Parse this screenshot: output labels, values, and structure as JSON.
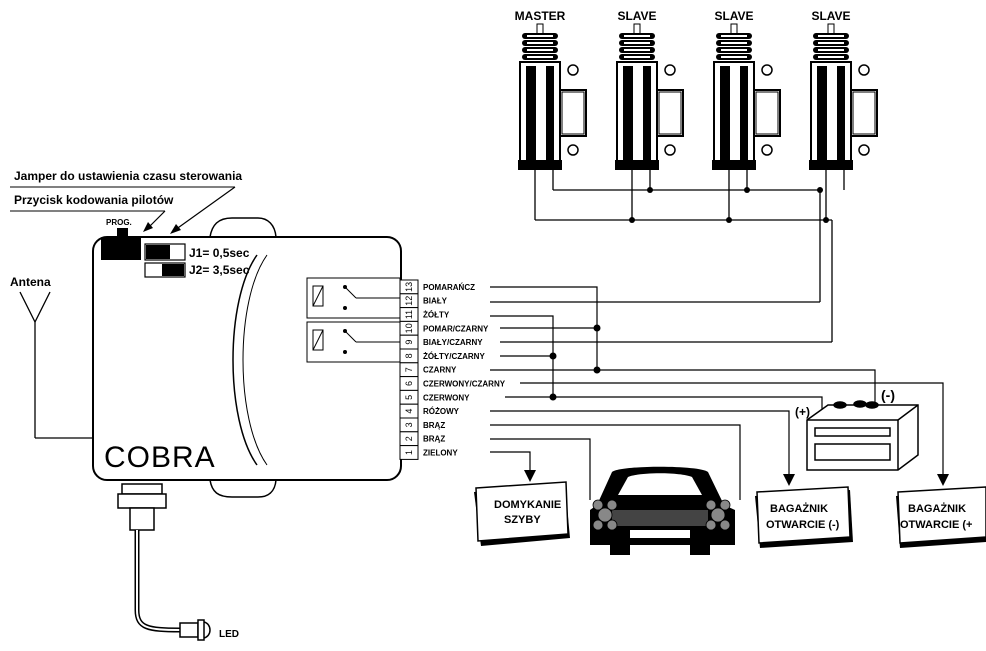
{
  "actuators": [
    "MASTER",
    "SLAVE",
    "SLAVE",
    "SLAVE"
  ],
  "annotations": {
    "jumper": "Jamper do ustawienia czasu sterowania",
    "button": "Przycisk kodowania pilotów",
    "prog": "PROG.",
    "j1": "J1= 0,5sec",
    "j2": "J2= 3,5sec",
    "antenna": "Antena",
    "led": "LED"
  },
  "brand": "COBRA",
  "pins": [
    {
      "num": "13",
      "label": "POMARAŃCZ"
    },
    {
      "num": "12",
      "label": "BIAŁY"
    },
    {
      "num": "11",
      "label": "ŻÓŁTY"
    },
    {
      "num": "10",
      "label": "POMAR/CZARNY"
    },
    {
      "num": "9",
      "label": "BIAŁY/CZARNY"
    },
    {
      "num": "8",
      "label": "ŻÓŁTY/CZARNY"
    },
    {
      "num": "7",
      "label": "CZARNY"
    },
    {
      "num": "6",
      "label": "CZERWONY/CZARNY"
    },
    {
      "num": "5",
      "label": "CZERWONY"
    },
    {
      "num": "4",
      "label": "RÓŻOWY"
    },
    {
      "num": "3",
      "label": "BRĄZ"
    },
    {
      "num": "2",
      "label": "BRĄZ"
    },
    {
      "num": "1",
      "label": "ZIELONY"
    }
  ],
  "battery": {
    "plus": "(+)",
    "minus": "(-)"
  },
  "outputs": {
    "windows_1": "DOMYKANIE",
    "windows_2": "SZYBY",
    "trunk_neg_1": "BAGAŻNIK",
    "trunk_neg_2": "OTWARCIE (-)",
    "trunk_pos_1": "BAGAŻNIK",
    "trunk_pos_2": "OTWARCIE (+"
  }
}
